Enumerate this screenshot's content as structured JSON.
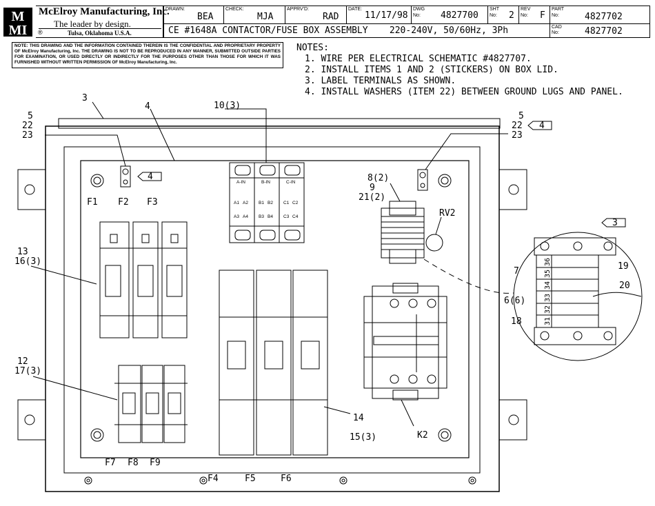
{
  "title_block": {
    "company": "McElroy Manufacturing, Inc.",
    "tagline": "The leader by design.",
    "location": "Tulsa, Oklahoma U.S.A.",
    "logo_letters": "MMI",
    "registered_mark": "®",
    "drawn_label": "DRAWN:",
    "drawn_value": "BEA",
    "check_label": "CHECK:",
    "check_value": "MJA",
    "apprvd_label": "APPRV'D:",
    "apprvd_value": "RAD",
    "date_label": "DATE:",
    "date_value": "11/17/98",
    "dwg_label_1": "DWG",
    "dwg_label_2": "No:",
    "dwg_value": "4827700",
    "sht_label_1": "SHT",
    "sht_label_2": "No:",
    "sht_value": "2",
    "rev_label_1": "REV",
    "rev_label_2": "No:",
    "rev_value": "F",
    "part_label_1": "PART",
    "part_label_2": "No:",
    "part_value": "4827702",
    "cad_label_1": "CAD",
    "cad_label_2": "No:",
    "cad_value": "4827702",
    "description": "CE #1648A CONTACTOR/FUSE BOX ASSEMBLY    220-240V, 50/60Hz, 3Ph"
  },
  "disclaimer": "NOTE: THIS DRAWING AND THE INFORMATION CONTAINED THEREIN IS THE CONFIDENTIAL AND PROPRIETARY PROPERTY OF McElroy Manufacturing, Inc. THE DRAWING IS NOT TO BE REPRODUCED IN ANY MANNER, SUBMITTED OUTSIDE PARTIES FOR EXAMINATION, OR USED DIRECTLY OR INDIRECTLY FOR THE PURPOSES OTHER THAN THOSE FOR WHICH IT WAS FURNISHED WITHOUT WRITTEN PERMISSION OF McElroy Manufacturing, Inc.",
  "notes": {
    "heading": "NOTES:",
    "items": [
      "1. WIRE PER ELECTRICAL SCHEMATIC #4827707.",
      "2. INSTALL ITEMS 1 AND 2 (STICKERS) ON BOX LID.",
      "3. LABEL TERMINALS AS SHOWN.",
      "4. INSTALL WASHERS (ITEM 22) BETWEEN GROUND LUGS AND PANEL."
    ]
  },
  "callouts": {
    "c3": "3",
    "c4": "4",
    "c5l": "5",
    "c22l": "22",
    "c23l": "23",
    "c10": "10(3)",
    "c5r": "5",
    "c22r": "22",
    "c23r": "23",
    "flag4a": "4",
    "flag4b": "4",
    "flag3": "3",
    "c8": "8(2)",
    "c9": "9",
    "c21": "21(2)",
    "rv2": "RV2",
    "f1": "F1",
    "f2": "F2",
    "f3": "F3",
    "c13": "13",
    "c16": "16(3)",
    "c12": "12",
    "c17": "17(3)",
    "f7": "F7",
    "f8": "F8",
    "f9": "F9",
    "f4": "F4",
    "f5": "F5",
    "f6": "F6",
    "c14": "14",
    "c15": "15(3)",
    "k2": "K2",
    "c7": "7",
    "c19": "19",
    "c20": "20",
    "c6": "6(6)",
    "c18": "18"
  },
  "terminal_labels": {
    "a_in": "A-IN",
    "b_in": "B-IN",
    "c_in": "C-IN",
    "a1": "A1",
    "a2": "A2",
    "a3": "A3",
    "a4": "A4",
    "b1": "B1",
    "b2": "B2",
    "b3": "B3",
    "b4": "B4",
    "c1": "C1",
    "c2": "C2",
    "c3t": "C3",
    "c4": "C4"
  },
  "terminal_numbers": [
    "36",
    "35",
    "34",
    "33",
    "32",
    "31"
  ]
}
